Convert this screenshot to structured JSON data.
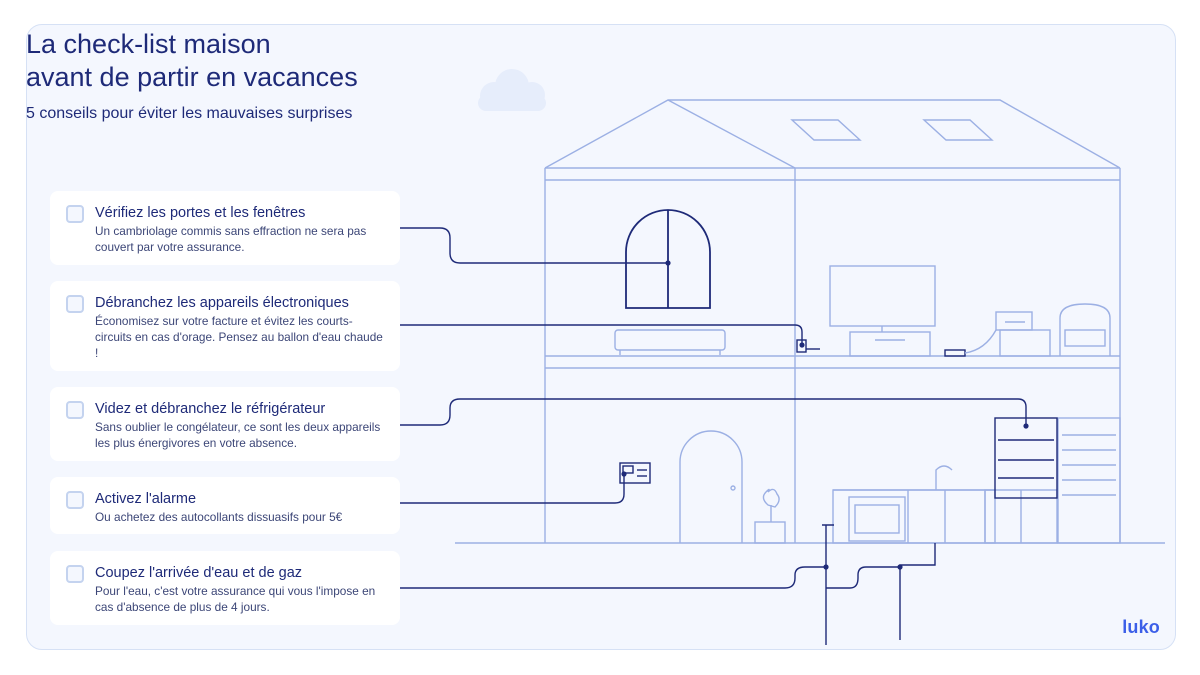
{
  "page": {
    "title_line1": "La check-list maison",
    "title_line2": "avant de partir en vacances",
    "subtitle": "5 conseils pour éviter les mauvaises surprises",
    "logo": "luko"
  },
  "colors": {
    "navy": "#1e2a78",
    "house_line": "#9cb0e4",
    "panel_bg": "#f4f7fe",
    "card_bg": "#ffffff",
    "logo_blue": "#3c5fe8"
  },
  "tips": [
    {
      "title": "Vérifiez les portes et les fenêtres",
      "description": "Un cambriolage commis sans effraction ne sera pas couvert par votre assurance."
    },
    {
      "title": "Débranchez les appareils électroniques",
      "description": "Économisez sur votre facture et évitez les courts-circuits en cas d'orage. Pensez au ballon d'eau chaude !"
    },
    {
      "title": "Videz et débranchez le réfrigérateur",
      "description": "Sans oublier le congélateur, ce sont les deux appareils les plus énergivores en votre absence."
    },
    {
      "title": "Activez l'alarme",
      "description": "Ou achetez des autocollants dissuasifs pour 5€"
    },
    {
      "title": "Coupez l'arrivée d'eau et de gaz",
      "description": "Pour l'eau, c'est votre assurance qui vous l'impose en cas d'absence de plus de 4 jours."
    }
  ]
}
